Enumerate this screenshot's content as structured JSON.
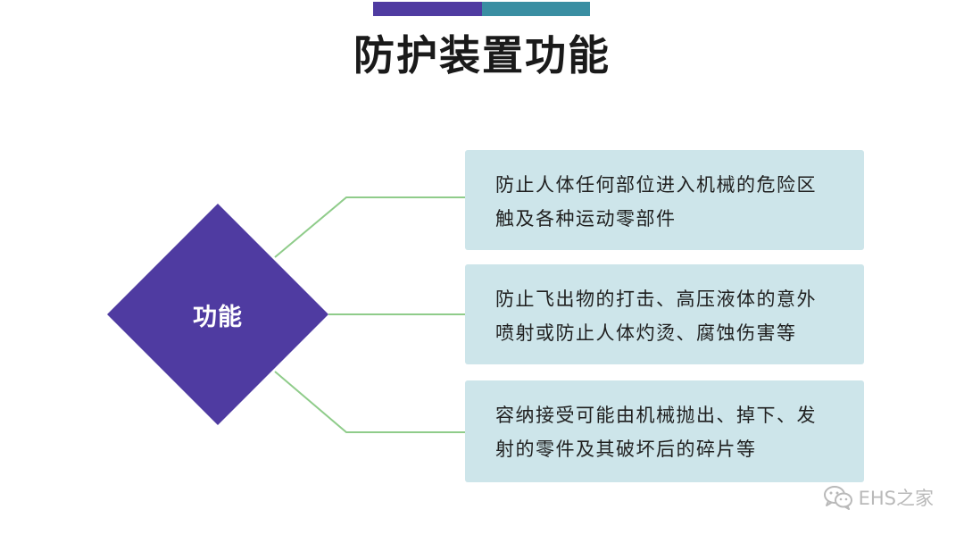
{
  "title": "防护装置功能",
  "colors": {
    "accent_purple": "#4f3ba1",
    "accent_teal": "#3a8ea2",
    "box_fill": "#cde5ea",
    "connector": "#8fcc8a"
  },
  "hub": {
    "label": "功能"
  },
  "functions": [
    {
      "line1": "防止人体任何部位进入机械的危险区",
      "line2": "触及各种运动零部件"
    },
    {
      "line1": "防止飞出物的打击、高压液体的意外",
      "line2": "喷射或防止人体灼烫、腐蚀伤害等"
    },
    {
      "line1": "容纳接受可能由机械抛出、掉下、发",
      "line2": "射的零件及其破坏后的碎片等"
    }
  ],
  "watermark": {
    "icon": "wechat-icon",
    "text": "EHS之家"
  }
}
